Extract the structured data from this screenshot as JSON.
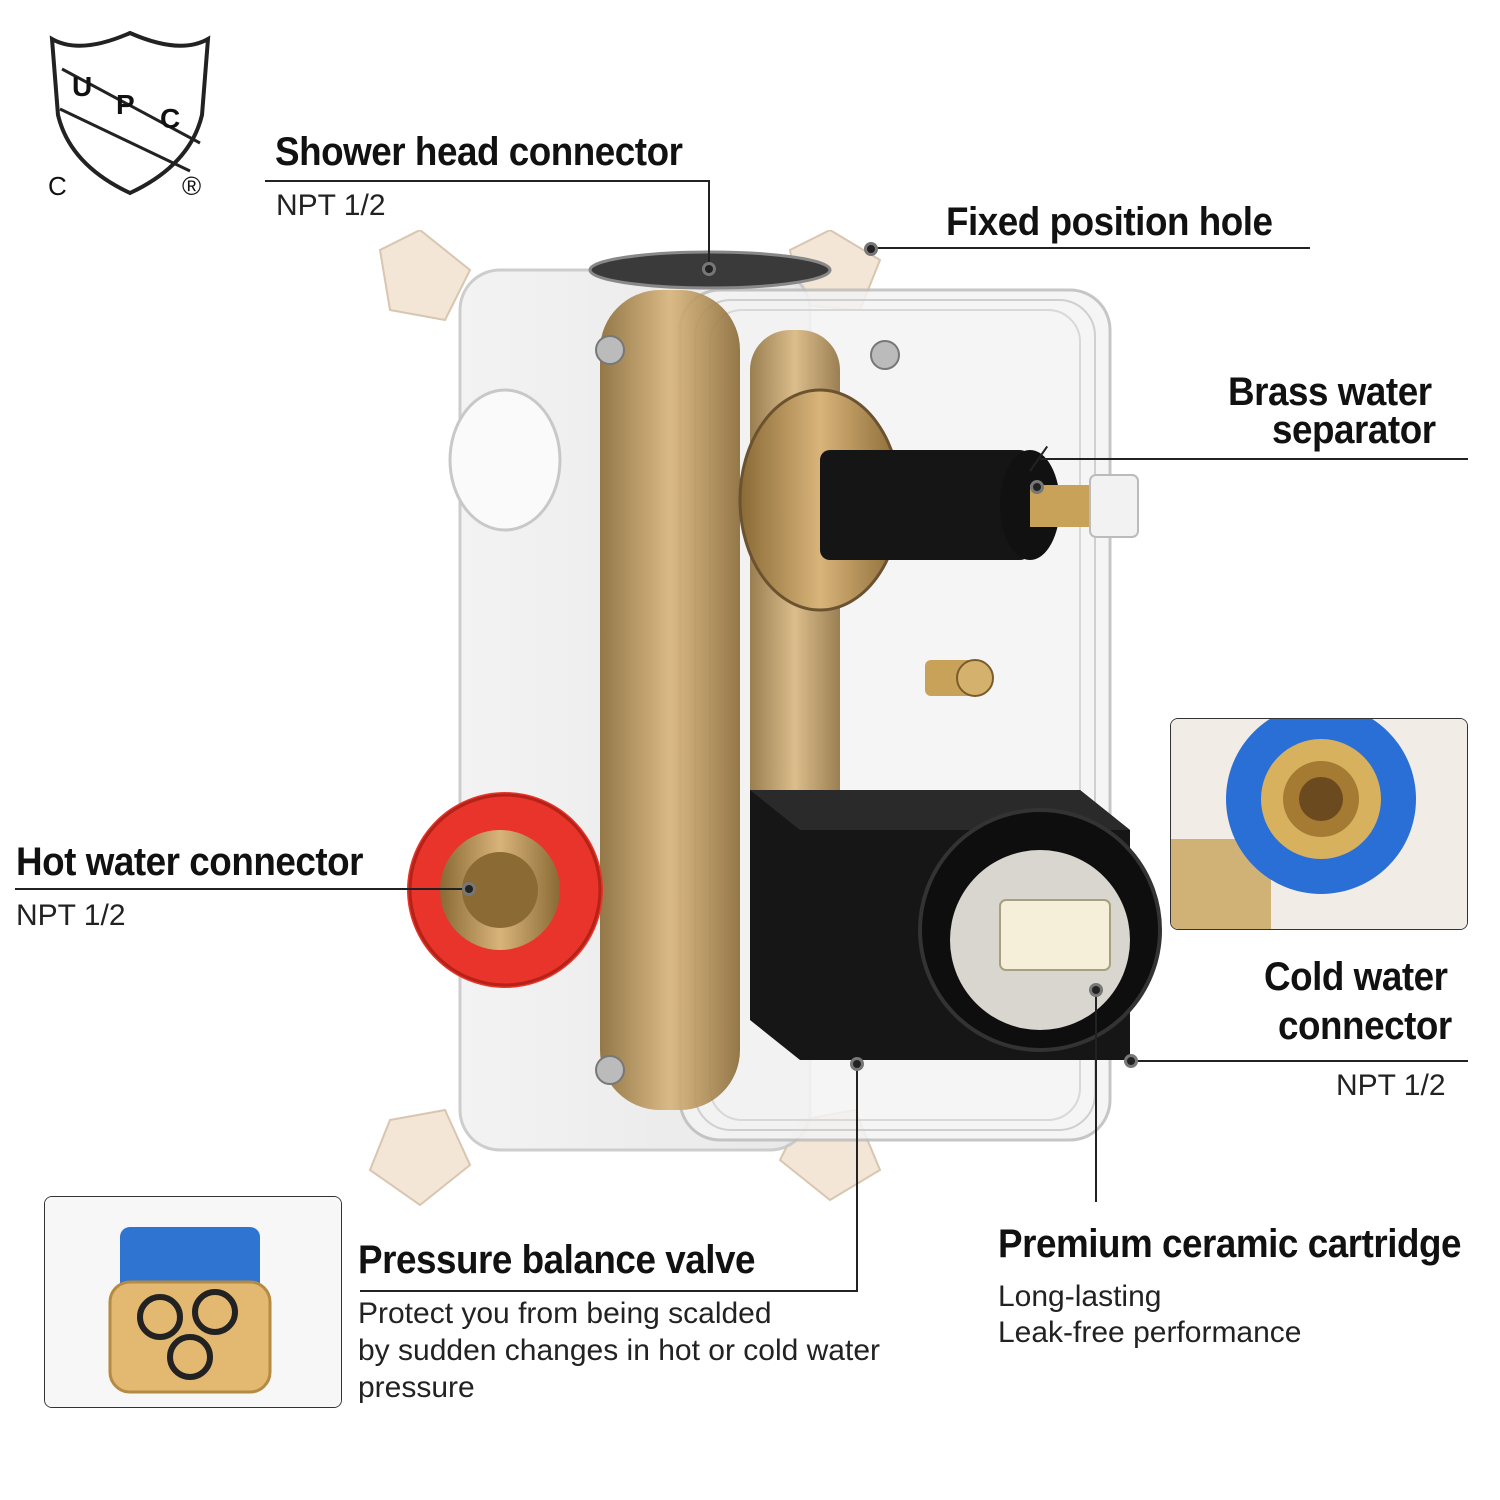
{
  "logo": {
    "letters": [
      "U",
      "P",
      "C"
    ],
    "corner_left": "C",
    "corner_right": "®"
  },
  "labels": {
    "shower_head": {
      "title": "Shower head connector",
      "spec": "NPT 1/2"
    },
    "fixed_hole": {
      "title": "Fixed position hole"
    },
    "brass_separator": {
      "title_line1": "Brass water",
      "title_line2": "separator"
    },
    "hot_water": {
      "title": "Hot water connector",
      "spec": "NPT 1/2"
    },
    "cold_water": {
      "title_line1": "Cold water",
      "title_line2": "connector",
      "spec": "NPT 1/2"
    },
    "pressure_valve": {
      "title": "Pressure balance valve",
      "desc_line1": "Protect you from being scalded",
      "desc_line2": "by sudden changes in hot or cold water",
      "desc_line3": "pressure"
    },
    "ceramic_cartridge": {
      "title": "Premium ceramic cartridge",
      "desc_line1": "Long-lasting",
      "desc_line2": "Leak-free performance"
    }
  },
  "colors": {
    "hot_ring": "#e8342a",
    "cold_ring": "#2a6fd6",
    "brass": "#c9a25a",
    "valve_black": "#161616"
  }
}
